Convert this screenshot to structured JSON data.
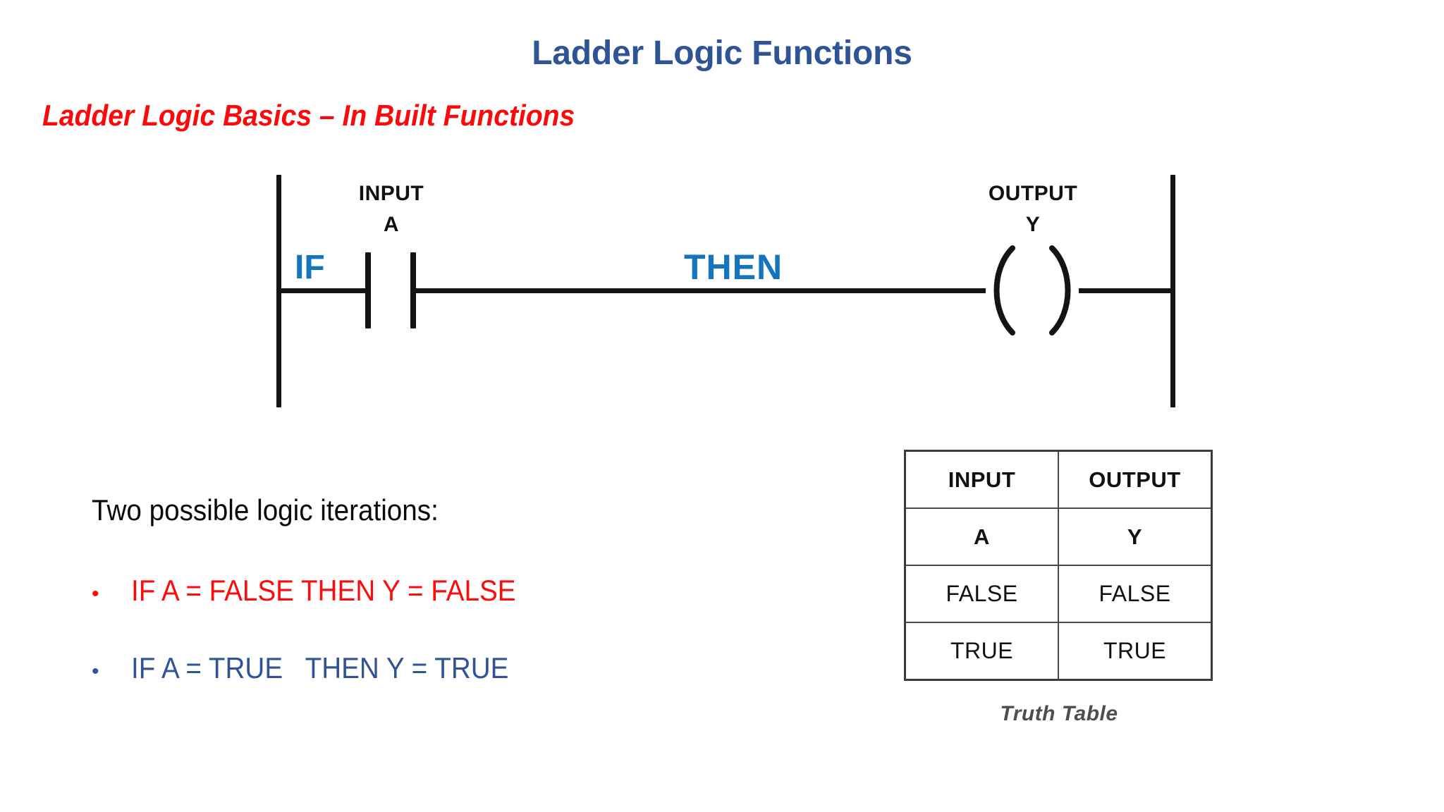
{
  "title": "Ladder Logic Functions",
  "subtitle": "Ladder Logic Basics – In Built Functions",
  "ladder": {
    "if_keyword": "IF",
    "then_keyword": "THEN",
    "input_label": "INPUT",
    "input_name": "A",
    "output_label": "OUTPUT",
    "output_name": "Y",
    "contact_icon": "normally-open-contact-icon",
    "coil_icon": "output-coil-icon"
  },
  "body": {
    "intro": "Two possible logic iterations:",
    "bullets": [
      {
        "marker": "•",
        "text": "IF A = FALSE THEN Y = FALSE",
        "color": "#fb0d0d"
      },
      {
        "marker": "•",
        "text": "IF A = TRUE   THEN Y = TRUE",
        "color": "#2e5496"
      }
    ]
  },
  "truth_table": {
    "caption": "Truth Table",
    "headers": [
      "INPUT",
      "OUTPUT"
    ],
    "variables": [
      "A",
      "Y"
    ],
    "rows": [
      [
        "FALSE",
        "FALSE"
      ],
      [
        "TRUE",
        "TRUE"
      ]
    ]
  },
  "colors": {
    "title_blue": "#2e5496",
    "subtitle_red": "#fa0a0a",
    "keyword_blue": "#1474bc",
    "bullet_red": "#fb0d0d",
    "bullet_blue": "#2e5496",
    "line_black": "#141414",
    "caption_gray": "#4e4e4e"
  }
}
